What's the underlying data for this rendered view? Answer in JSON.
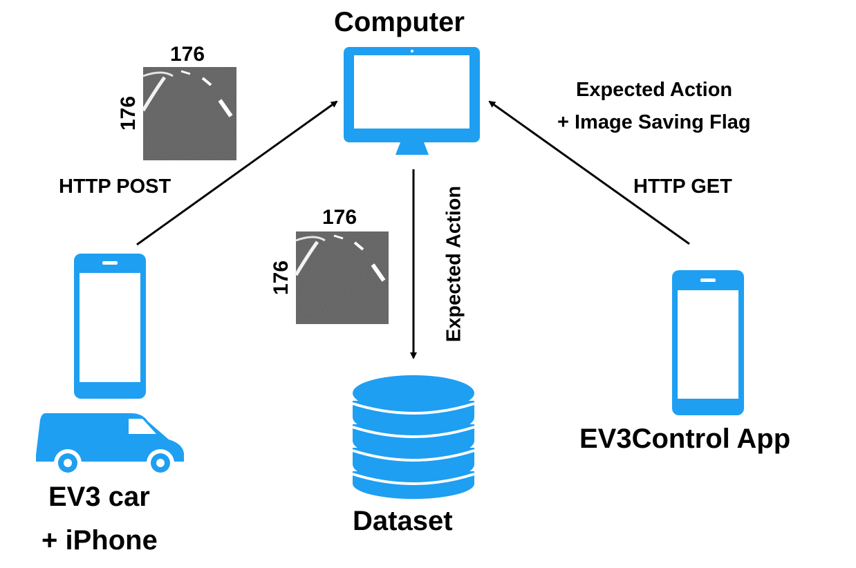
{
  "nodes": {
    "computer": {
      "label": "Computer"
    },
    "ev3_car": {
      "label_line1": "EV3 car",
      "label_line2": "+ iPhone"
    },
    "dataset": {
      "label": "Dataset"
    },
    "control_app": {
      "label": "EV3Control App"
    }
  },
  "edges": {
    "post": {
      "label": "HTTP POST"
    },
    "get": {
      "label": "HTTP GET",
      "payload_line1": "Expected Action",
      "payload_line2": "+ Image Saving Flag"
    },
    "save": {
      "label": "Expected Action"
    }
  },
  "images": {
    "top": {
      "width_label": "176",
      "height_label": "176"
    },
    "middle": {
      "width_label": "176",
      "height_label": "176"
    }
  },
  "colors": {
    "icon": "#1E9FF2",
    "arrow": "#000000",
    "road": "#6f6f6f"
  }
}
